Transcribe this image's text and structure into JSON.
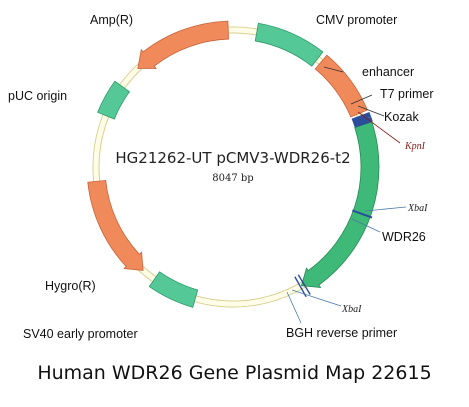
{
  "plasmid": {
    "name": "HG21262-UT pCMV3-WDR26-t2",
    "size": "8047 bp"
  },
  "colors": {
    "backbone_fill": "#fffde8",
    "backbone_stroke": "#d8cf8c",
    "promoter": "#54c896",
    "promoter_dark": "#2e9a68",
    "gene": "#f08a5a",
    "gene_dark": "#c8633a",
    "orf": "#3fb978",
    "site_mark": "#2a4e9a"
  },
  "features": [
    {
      "id": "cmv",
      "label": "CMV promoter",
      "type": "promoter",
      "color": "#54c896",
      "start_deg": 10,
      "end_deg": 38,
      "arrow": false
    },
    {
      "id": "enhancer",
      "label": "enhancer",
      "type": "gene",
      "color": "#f08a5a",
      "start_deg": 40,
      "end_deg": 67,
      "arrow": false
    },
    {
      "id": "wdr26",
      "label": "WDR26",
      "type": "orf",
      "color": "#3fb978",
      "start_deg": 72,
      "end_deg": 150,
      "arrow": true,
      "direction": "cw"
    },
    {
      "id": "sv40",
      "label": "SV40 early promoter",
      "type": "promoter",
      "color": "#54c896",
      "start_deg": 196,
      "end_deg": 215,
      "arrow": false
    },
    {
      "id": "hygro",
      "label": "Hygro(R)",
      "type": "gene",
      "color": "#f08a5a",
      "start_deg": 221,
      "end_deg": 264,
      "arrow": true,
      "direction": "ccw"
    },
    {
      "id": "puc",
      "label": "pUC origin",
      "type": "promoter",
      "color": "#54c896",
      "start_deg": 292,
      "end_deg": 306,
      "arrow": false
    },
    {
      "id": "amp",
      "label": "Amp(R)",
      "type": "gene",
      "color": "#f08a5a",
      "start_deg": 316,
      "end_deg": 358,
      "arrow": true,
      "direction": "ccw"
    }
  ],
  "markers": [
    {
      "id": "t7",
      "label": "T7 primer",
      "deg": 69
    },
    {
      "id": "kozak",
      "label": "Kozak",
      "deg": 71
    }
  ],
  "sites": [
    {
      "id": "kpn",
      "label": "KpnI",
      "deg": 71
    },
    {
      "id": "xba1",
      "label": "XbaI",
      "deg": 110
    },
    {
      "id": "xba2",
      "label": "XbaI",
      "deg": 150
    }
  ],
  "labels": {
    "amp": "Amp(R)",
    "cmv": "CMV promoter",
    "puc": "pUC origin",
    "enhancer": "enhancer",
    "t7": "T7 primer",
    "kozak": "Kozak",
    "kpn": "KpnI",
    "xba1": "XbaI",
    "wdr26": "WDR26",
    "xba2": "XbaI",
    "hygro": "Hygro(R)",
    "bgh": "BGH reverse primer",
    "sv40": "SV40 early promoter"
  },
  "caption": "Human WDR26 Gene Plasmid Map 22615"
}
